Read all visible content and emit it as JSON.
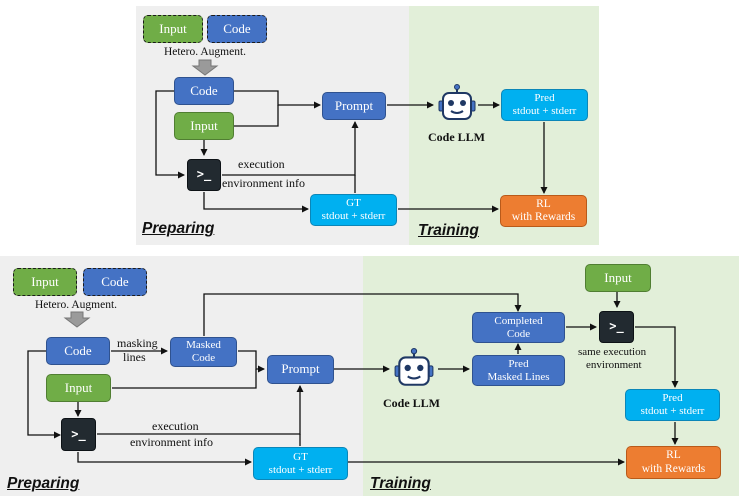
{
  "diagram_top": {
    "input": "Input",
    "code": "Code",
    "hetero": "Hetero. Augment.",
    "code_box": "Code",
    "input_box": "Input",
    "prompt": "Prompt",
    "exec_info_line1": "execution",
    "exec_info_line2": "environment info",
    "gt_line1": "GT",
    "gt_line2": "stdout + stderr",
    "code_llm": "Code LLM",
    "pred_line1": "Pred",
    "pred_line2": "stdout + stderr",
    "rl_line1": "RL",
    "rl_line2": "with Rewards",
    "preparing": "Preparing",
    "training": "Training"
  },
  "diagram_bottom": {
    "input": "Input",
    "code": "Code",
    "hetero": "Hetero. Augment.",
    "code_box": "Code",
    "masking_line1": "masking",
    "masking_line2": "lines",
    "masked_line1": "Masked",
    "masked_line2": "Code",
    "input_box": "Input",
    "prompt": "Prompt",
    "exec_info_line1": "execution",
    "exec_info_line2": "environment info",
    "gt_line1": "GT",
    "gt_line2": "stdout + stderr",
    "code_llm": "Code LLM",
    "completed_line1": "Completed",
    "completed_line2": "Code",
    "pred_masked_line1": "Pred",
    "pred_masked_line2": "Masked Lines",
    "input_right": "Input",
    "same_env_line1": "same execution",
    "same_env_line2": "environment",
    "pred_line1": "Pred",
    "pred_line2": "stdout + stderr",
    "rl_line1": "RL",
    "rl_line2": "with Rewards",
    "preparing": "Preparing",
    "training": "Training"
  },
  "colors": {
    "blue": "#4472c4",
    "green": "#70ad47",
    "cyan": "#00b0f0",
    "orange": "#ed7d31",
    "preparing_bg": "#efefef",
    "training_bg": "#e2efd9"
  }
}
